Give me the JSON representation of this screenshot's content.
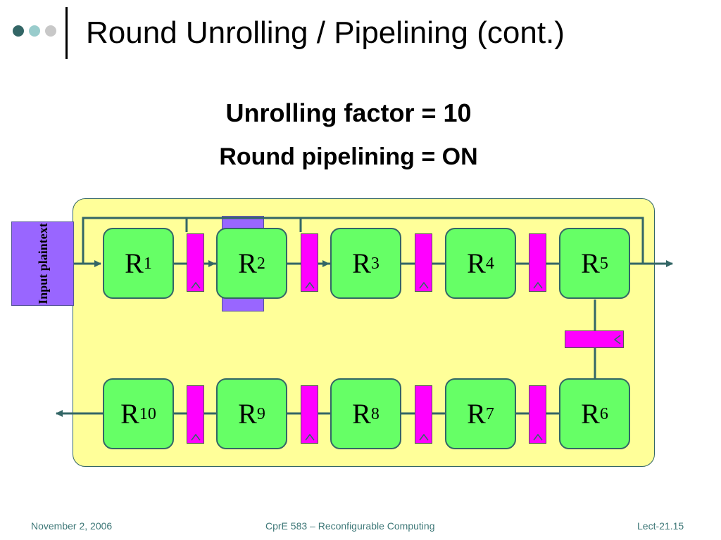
{
  "title": "Round Unrolling / Pipelining (cont.)",
  "subtitle_unrolling": "Unrolling factor = 10",
  "subtitle_pipelining": "Round pipelining = ON",
  "input_label": "Input plaintext",
  "rounds_top": [
    {
      "base": "R",
      "sub": "1"
    },
    {
      "base": "R",
      "sub": "2"
    },
    {
      "base": "R",
      "sub": "3"
    },
    {
      "base": "R",
      "sub": "4"
    },
    {
      "base": "R",
      "sub": "5"
    }
  ],
  "rounds_bottom": [
    {
      "base": "R",
      "sub": "10"
    },
    {
      "base": "R",
      "sub": "9"
    },
    {
      "base": "R",
      "sub": "8"
    },
    {
      "base": "R",
      "sub": "7"
    },
    {
      "base": "R",
      "sub": "6"
    }
  ],
  "footer": {
    "date": "November 2, 2006",
    "course": "CprE 583 – Reconfigurable Computing",
    "slide": "Lect-21.15"
  },
  "colors": {
    "panel": "#ffff99",
    "round": "#66ff66",
    "register": "#ff00ff",
    "input": "#9966ff",
    "wire": "#336666"
  }
}
